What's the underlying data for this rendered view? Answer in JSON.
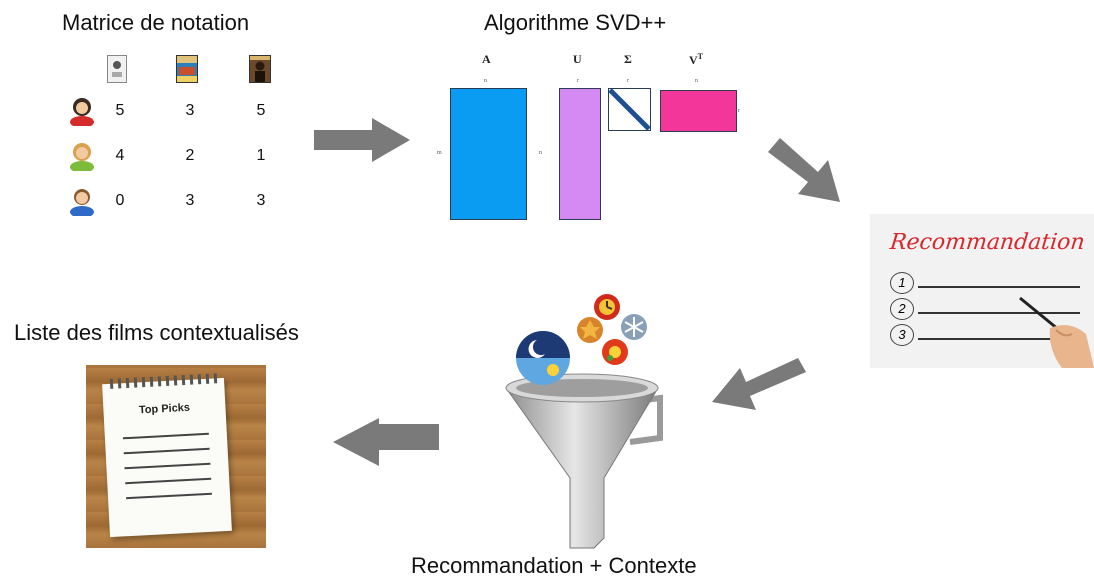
{
  "captions": {
    "rating_matrix": "Matrice de notation",
    "algorithm": "Algorithme SVD++",
    "contextual_list": "Liste des films contextualisés",
    "reco_context": "Recommandation + Contexte"
  },
  "rating_matrix": {
    "users": [
      {
        "icon": "user-female-icon",
        "ratings": [
          "5",
          "3",
          "5"
        ]
      },
      {
        "icon": "user-blonde-icon",
        "ratings": [
          "4",
          "2",
          "1"
        ]
      },
      {
        "icon": "user-male-icon",
        "ratings": [
          "0",
          "3",
          "3"
        ]
      }
    ],
    "movie_icons": [
      "movie-poster-1-icon",
      "movie-poster-2-icon",
      "movie-poster-3-icon"
    ]
  },
  "svd": {
    "labels": {
      "A": "A",
      "U": "U",
      "Sigma": "Σ",
      "Vt": "V",
      "Vt_sup": "T"
    },
    "dims": {
      "A_top": "n",
      "A_left": "m",
      "U_top": "r",
      "U_left": "n",
      "S_top": "r",
      "V_top": "n",
      "V_right": "r"
    },
    "colors": {
      "A": "#0a9cf2",
      "U": "#d48af2",
      "Vt": "#f2369a",
      "Sigma_line": "#1d4f91"
    }
  },
  "recommendation_card": {
    "title": "Recommandation",
    "items": [
      "1",
      "2",
      "3"
    ],
    "title_color": "#d8262a"
  },
  "top_picks": {
    "title": "Top Picks"
  },
  "arrow_color": "#7a7a7a"
}
